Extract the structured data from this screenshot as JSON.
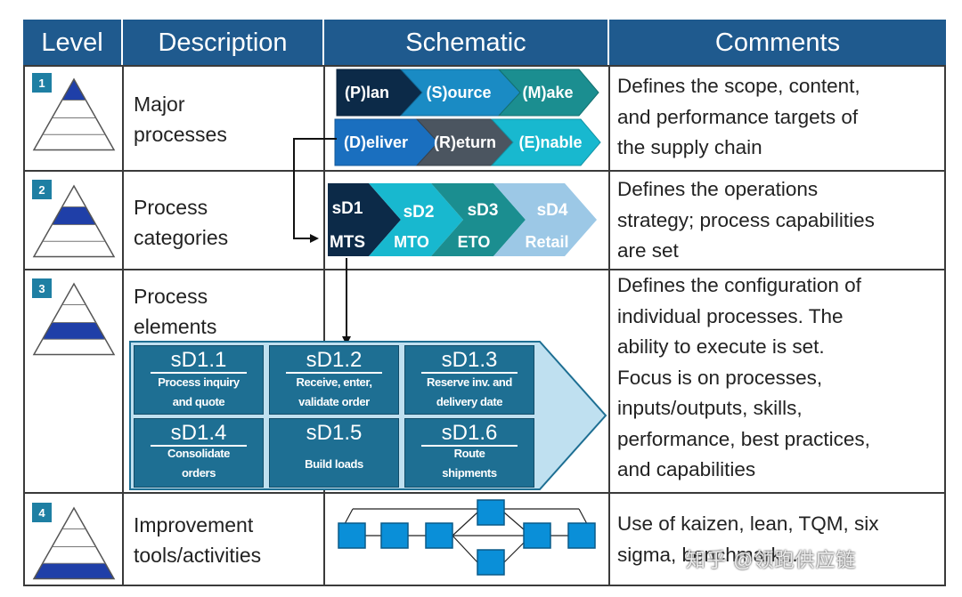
{
  "header": {
    "level": "Level",
    "description": "Description",
    "schematic": "Schematic",
    "comments": "Comments"
  },
  "rows": [
    {
      "number": "1",
      "description_lines": [
        "Major",
        "processes"
      ],
      "comment_lines": [
        "Defines the scope, content,",
        "and performance targets of",
        "the supply chain"
      ]
    },
    {
      "number": "2",
      "description_lines": [
        "Process",
        "categories"
      ],
      "comment_lines": [
        "Defines the operations",
        "strategy; process capabilities",
        "are set"
      ]
    },
    {
      "number": "3",
      "description_lines": [
        "Process",
        "elements"
      ],
      "comment_lines": [
        "Defines the configuration of",
        "individual processes. The",
        "ability to execute is set.",
        "Focus is on processes,",
        "inputs/outputs, skills,",
        "performance, best practices,",
        "and capabilities"
      ]
    },
    {
      "number": "4",
      "description_lines": [
        "Improvement",
        "tools/activities"
      ],
      "comment_lines": [
        "Use of kaizen, lean, TQM, six",
        "sigma, benchmark..."
      ]
    }
  ],
  "level1_processes": [
    {
      "label": "(P)lan",
      "color": "#0c2a48"
    },
    {
      "label": "(S)ource",
      "color": "#1a8bc4"
    },
    {
      "label": "(M)ake",
      "color": "#1b8e90"
    },
    {
      "label": "(D)eliver",
      "color": "#1a6fbf"
    },
    {
      "label": "(R)eturn",
      "color": "#4b5560"
    },
    {
      "label": "(E)nable",
      "color": "#18b8cf"
    }
  ],
  "level2_categories": [
    {
      "code": "sD1",
      "name": "MTS",
      "color": "#0c2a48"
    },
    {
      "code": "sD2",
      "name": "MTO",
      "color": "#18b8cf"
    },
    {
      "code": "sD3",
      "name": "ETO",
      "color": "#1b8e90"
    },
    {
      "code": "sD4",
      "name": "Retail",
      "color": "#9cc8e6"
    }
  ],
  "level3_elements": [
    {
      "code": "sD1.1",
      "lines": [
        "Process inquiry",
        "and quote"
      ]
    },
    {
      "code": "sD1.2",
      "lines": [
        "Receive, enter,",
        "validate order"
      ]
    },
    {
      "code": "sD1.3",
      "lines": [
        "Reserve inv. and",
        "delivery date"
      ]
    },
    {
      "code": "sD1.4",
      "lines": [
        "Consolidate",
        "orders"
      ]
    },
    {
      "code": "sD1.5",
      "lines": [
        "Build loads"
      ]
    },
    {
      "code": "sD1.6",
      "lines": [
        "Route",
        "shipments"
      ]
    }
  ],
  "watermark": "知乎 @领跑供应链",
  "colors": {
    "header_bg": "#1f5a8e",
    "number_badge": "#1e7fa3",
    "pyramid_fill": "#1f3fa8",
    "element_box": "#1e6f93",
    "element_panel": "#bfe0f0"
  }
}
